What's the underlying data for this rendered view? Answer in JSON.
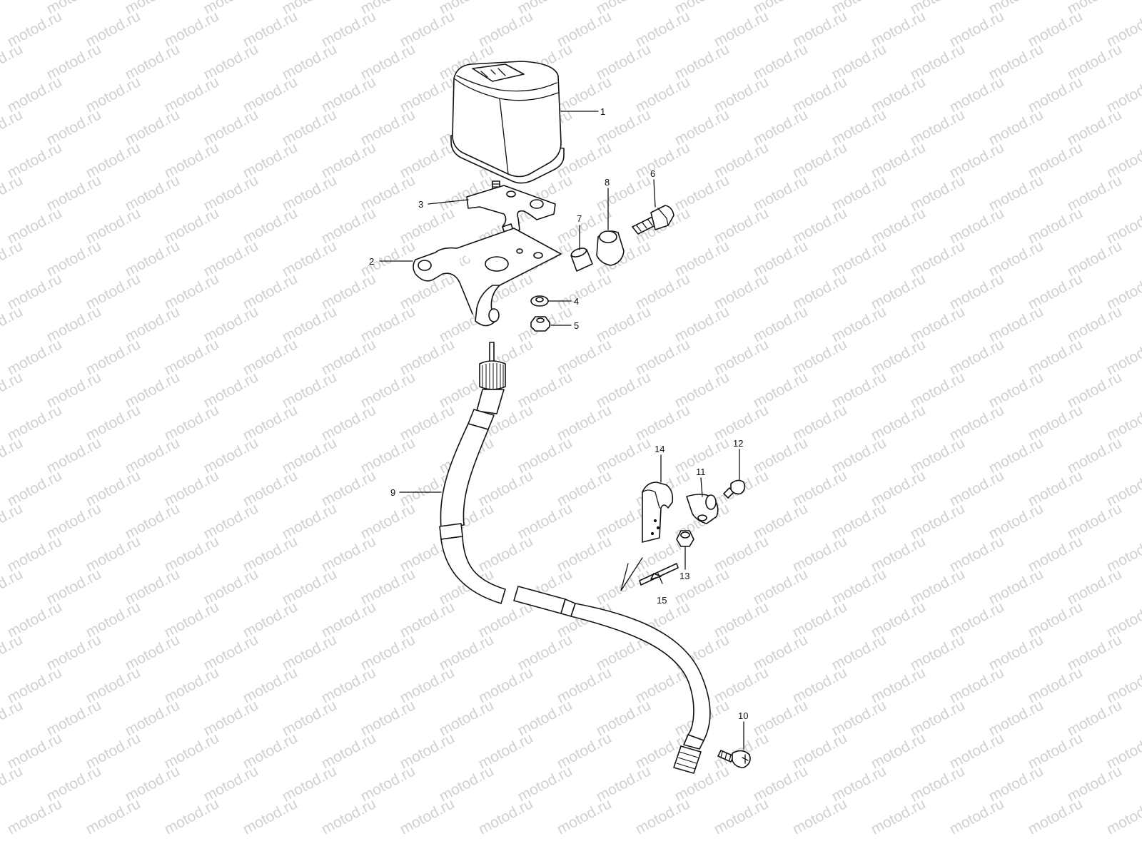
{
  "watermark": {
    "text": "motod.ru"
  },
  "callouts": [
    {
      "id": "1",
      "label": "1"
    },
    {
      "id": "2",
      "label": "2"
    },
    {
      "id": "3",
      "label": "3"
    },
    {
      "id": "4",
      "label": "4"
    },
    {
      "id": "5",
      "label": "5"
    },
    {
      "id": "6",
      "label": "6"
    },
    {
      "id": "7",
      "label": "7"
    },
    {
      "id": "8",
      "label": "8"
    },
    {
      "id": "9",
      "label": "9"
    },
    {
      "id": "10",
      "label": "10"
    },
    {
      "id": "11",
      "label": "11"
    },
    {
      "id": "12",
      "label": "12"
    },
    {
      "id": "13",
      "label": "13"
    },
    {
      "id": "14",
      "label": "14"
    },
    {
      "id": "15",
      "label": "15"
    }
  ],
  "colors": {
    "line": "#111111",
    "background": "#ffffff",
    "watermark": "#d0d0d0"
  }
}
